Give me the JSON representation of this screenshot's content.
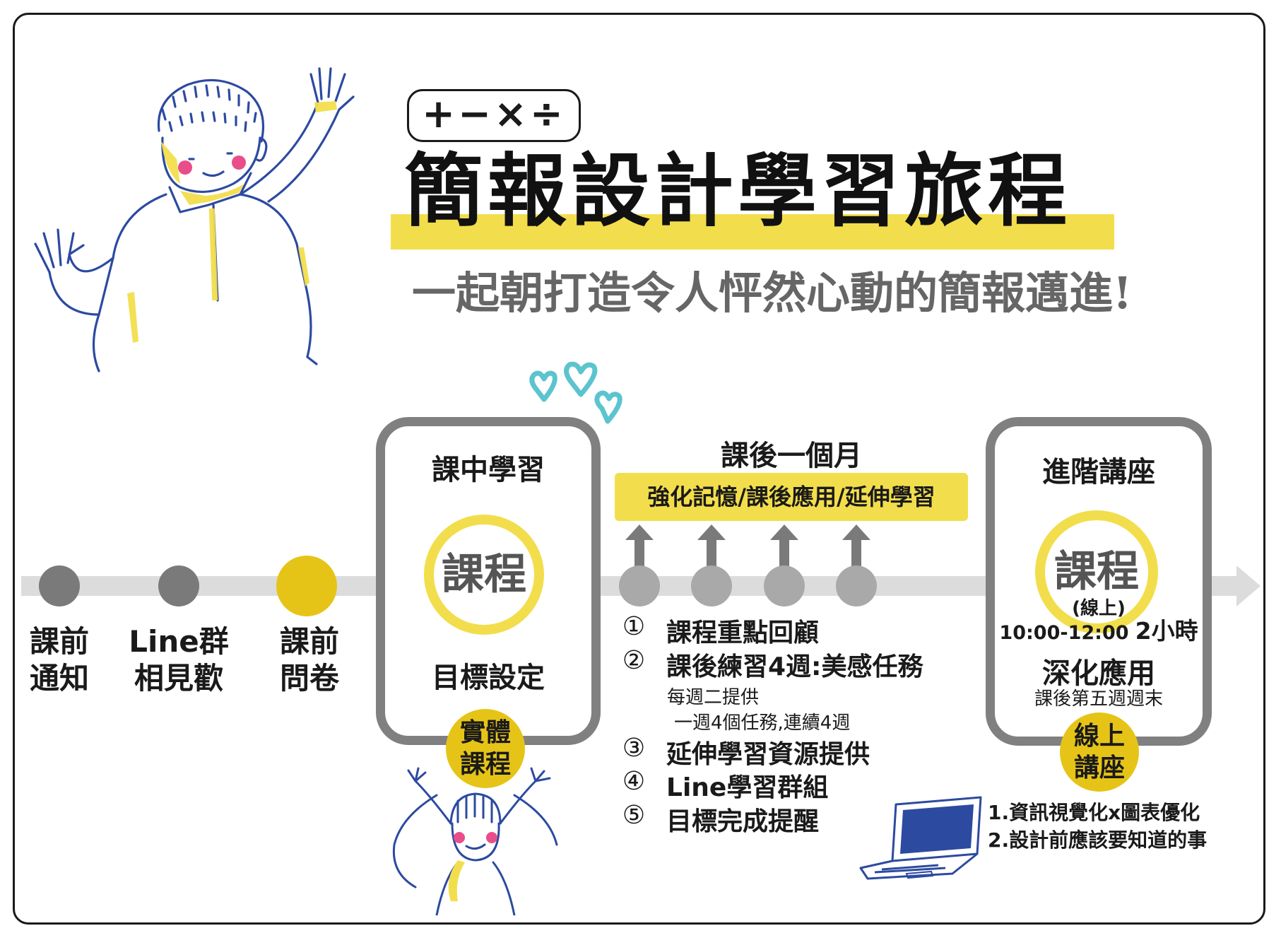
{
  "header": {
    "operators": "+−×÷",
    "title": "簡報設計學習旅程",
    "subtitle": "一起朝打造令人怦然心動的簡報邁進!"
  },
  "pre_course": [
    {
      "line1": "課前",
      "line2": "通知"
    },
    {
      "line1": "Line群",
      "line2": "相見歡"
    },
    {
      "line1": "課前",
      "line2": "問卷"
    }
  ],
  "in_class": {
    "heading": "課中學習",
    "ring": "課程",
    "goal": "目標設定",
    "badge_line1": "實體",
    "badge_line2": "課程"
  },
  "after_course": {
    "heading": "課後一個月",
    "banner": "強化記憶/課後應用/延伸學習",
    "items": [
      {
        "num": "①",
        "text": "課程重點回顧"
      },
      {
        "num": "②",
        "text": "課後練習4週:美感任務"
      },
      {
        "num": "③",
        "text": "延伸學習資源提供"
      },
      {
        "num": "④",
        "text": "Line學習群組"
      },
      {
        "num": "⑤",
        "text": "目標完成提醒"
      }
    ],
    "item2_sub1": "每週二提供",
    "item2_sub2": "一週4個任務,連續4週"
  },
  "advanced": {
    "heading": "進階講座",
    "ring": "課程",
    "ring_sub": "(線上)",
    "time": "10:00-12:00",
    "duration": "2小時",
    "deep": "深化應用",
    "deep_sub": "課後第五週週末",
    "badge_line1": "線上",
    "badge_line2": "講座",
    "topics": [
      "1.資訊視覺化x圖表優化",
      "2.設計前應該要知道的事"
    ]
  },
  "colors": {
    "yellow_light": "#f2de4c",
    "yellow_dark": "#e6c417",
    "gray": "#808080",
    "illustration_blue": "#2c4aa0",
    "heart": "#5bc4cf",
    "cheek": "#e94d8a"
  }
}
